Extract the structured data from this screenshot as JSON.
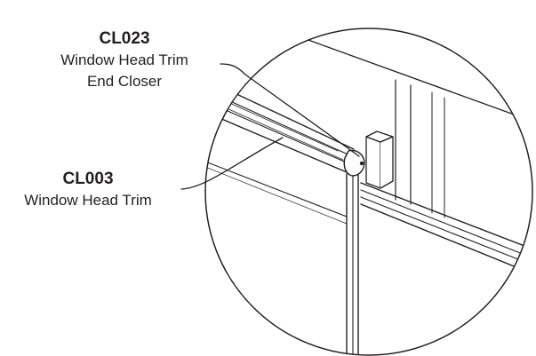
{
  "colors": {
    "line": "#231f20",
    "background": "#ffffff"
  },
  "callouts": {
    "cl023": {
      "code": "CL023",
      "line1": "Window Head Trim",
      "line2": "End Closer"
    },
    "cl003": {
      "code": "CL003",
      "line1": "Window Head Trim"
    }
  }
}
